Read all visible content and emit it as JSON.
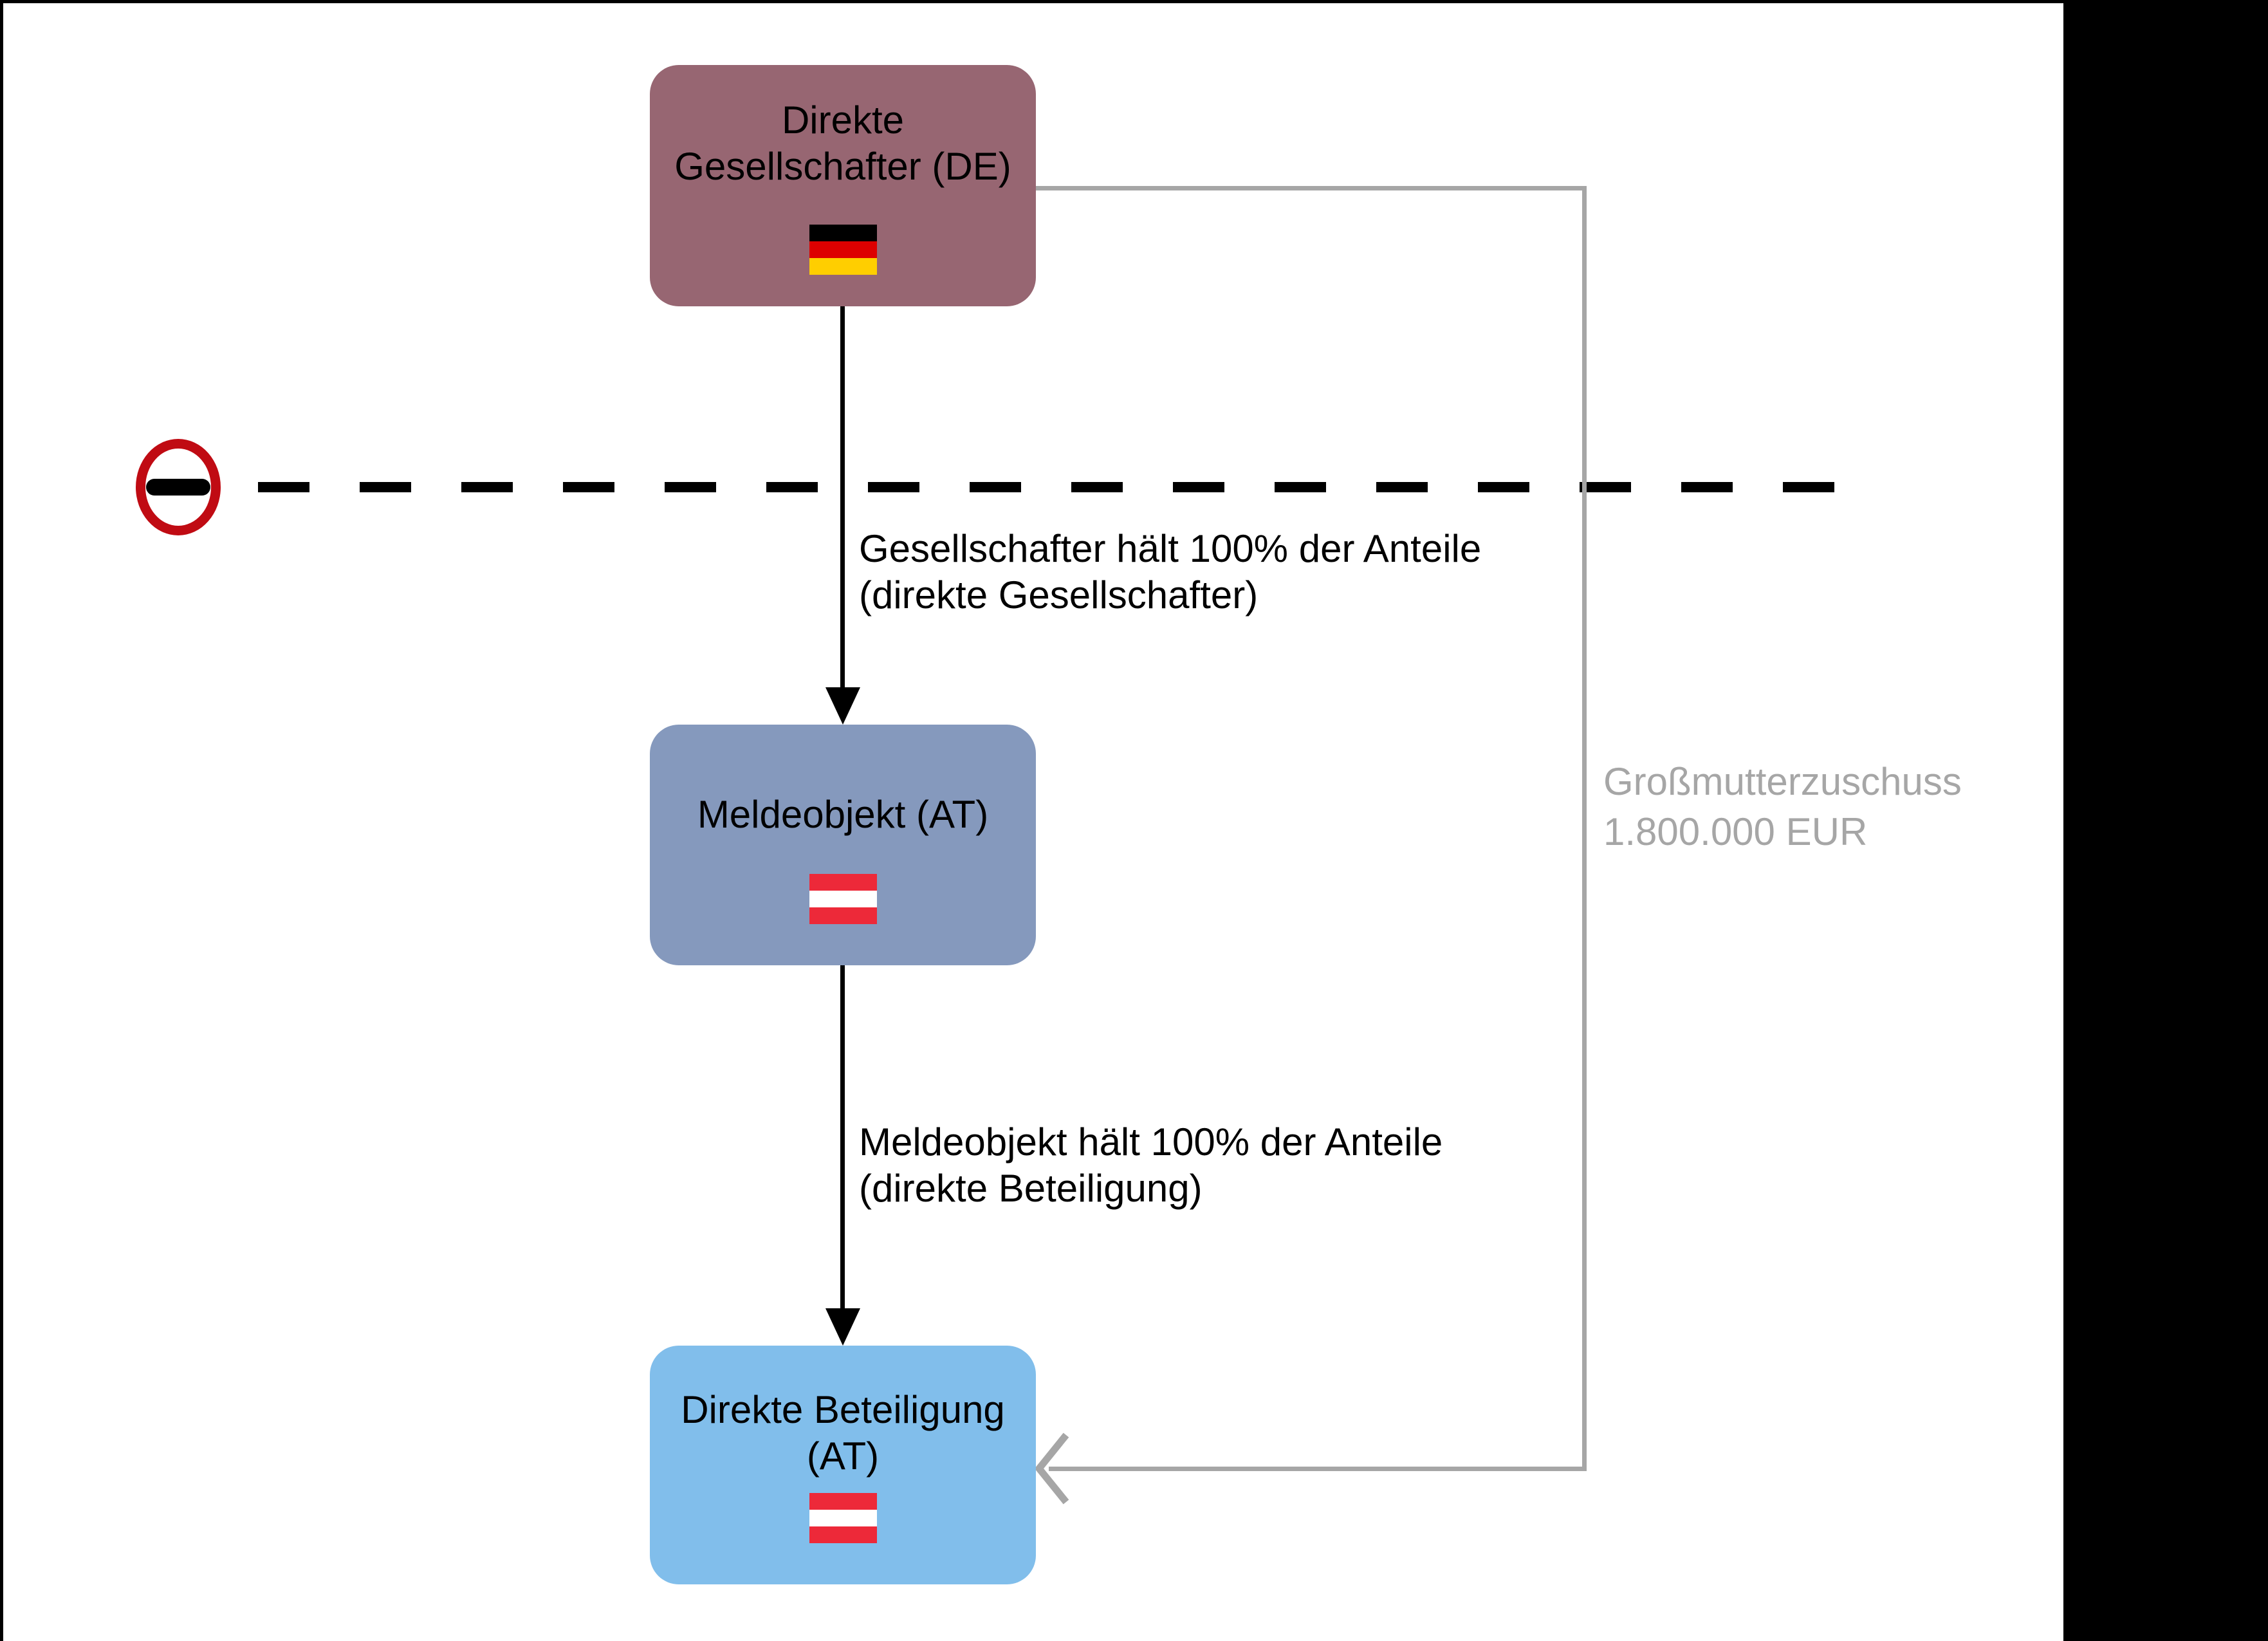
{
  "diagram": {
    "nodes": {
      "shareholder": {
        "line1": "Direkte",
        "line2": "Gesellschafter (DE)",
        "flag": "german-flag",
        "color": "#976672"
      },
      "reporting_object": {
        "line1": "Meldeobjekt (AT)",
        "flag": "austrian-flag",
        "color": "#8599BD"
      },
      "direct_participation": {
        "line1": "Direkte Beteiligung",
        "line2": "(AT)",
        "flag": "austrian-flag",
        "color": "#81BEEB"
      }
    },
    "edges": {
      "shareholder_to_reporting": {
        "line1": "Gesellschafter hält 100% der Anteile",
        "line2": "(direkte Gesellschafter)"
      },
      "reporting_to_participation": {
        "line1": "Meldeobjekt hält 100% der Anteile",
        "line2": "(direkte Beteiligung)"
      },
      "grandmother_contribution": {
        "line1": "Großmutterzuschuss",
        "line2": "1.800.000 EUR"
      }
    },
    "symbols": {
      "no_entry": "no-entry-sign"
    },
    "colors": {
      "node_top": "#976672",
      "node_middle": "#8599BD",
      "node_bottom": "#81BEEB",
      "gray_connector": "#A6A6A6",
      "no_entry_red": "#C00B13",
      "german_flag": [
        "#000000",
        "#DD0000",
        "#FFCE00"
      ],
      "austrian_flag": [
        "#ED2939",
        "#FFFFFF",
        "#ED2939"
      ]
    }
  }
}
